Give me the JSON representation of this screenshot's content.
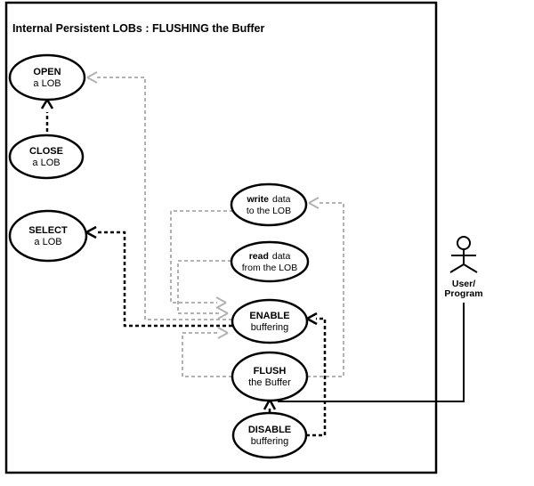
{
  "diagram": {
    "title": "Internal Persistent LOBs : FLUSHING the Buffer",
    "colors": {
      "background": "#ffffff",
      "primary_link": "#000000",
      "secondary_link": "#b2b2b2"
    },
    "usecases": [
      {
        "name": "open-a-lob",
        "label_bold": "OPEN",
        "label_rest": "",
        "sublabel": "a LOB"
      },
      {
        "name": "close-a-lob",
        "label_bold": "CLOSE",
        "label_rest": "",
        "sublabel": "a LOB"
      },
      {
        "name": "select-a-lob",
        "label_bold": "SELECT",
        "label_rest": "",
        "sublabel": "a LOB"
      },
      {
        "name": "write-data-to-the-lob",
        "label_bold": "write",
        "label_rest": "data",
        "sublabel": "to the LOB"
      },
      {
        "name": "read-data-from-the-lob",
        "label_bold": "read",
        "label_rest": "data",
        "sublabel": "from the LOB"
      },
      {
        "name": "enable-buffering",
        "label_bold": "ENABLE",
        "label_rest": "",
        "sublabel": "buffering"
      },
      {
        "name": "flush-the-buffer",
        "label_bold": "FLUSH",
        "label_rest": "",
        "sublabel": "the Buffer"
      },
      {
        "name": "disable-buffering",
        "label_bold": "DISABLE",
        "label_rest": "",
        "sublabel": "buffering"
      }
    ],
    "actor": {
      "name": "user-program",
      "label_line1": "User/",
      "label_line2": "Program"
    },
    "relationships": [
      {
        "from": "close-a-lob",
        "to": "open-a-lob",
        "style": "dashed",
        "color": "black"
      },
      {
        "from": "enable-buffering",
        "to": "select-a-lob",
        "style": "dashed",
        "color": "black"
      },
      {
        "from": "disable-buffering",
        "to": "enable-buffering",
        "style": "dashed",
        "color": "black"
      },
      {
        "from": "disable-buffering",
        "to": "flush-the-buffer",
        "style": "dashed",
        "color": "black"
      },
      {
        "from": "enable-buffering",
        "to": "open-a-lob",
        "style": "dashed",
        "color": "gray"
      },
      {
        "from": "write-data-to-the-lob",
        "to": "enable-buffering",
        "style": "dashed",
        "color": "gray"
      },
      {
        "from": "read-data-from-the-lob",
        "to": "enable-buffering",
        "style": "dashed",
        "color": "gray"
      },
      {
        "from": "flush-the-buffer",
        "to": "enable-buffering",
        "style": "dashed",
        "color": "gray"
      },
      {
        "from": "flush-the-buffer",
        "to": "write-data-to-the-lob",
        "style": "dashed",
        "color": "gray"
      },
      {
        "from": "user-program",
        "to": "flush-the-buffer",
        "style": "solid",
        "color": "black"
      }
    ]
  }
}
